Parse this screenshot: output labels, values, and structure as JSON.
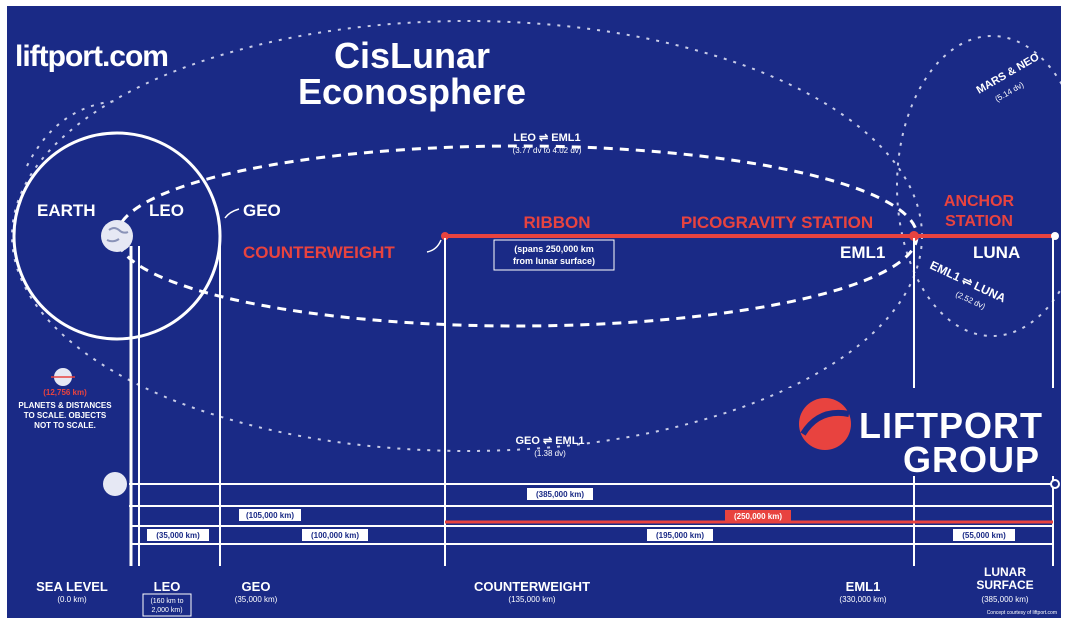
{
  "site": "liftport.com",
  "title_line1": "CisLunar",
  "title_line2": "Econosphere",
  "labels": {
    "earth": "EARTH",
    "leo": "LEO",
    "geo": "GEO",
    "counterweight": "COUNTERWEIGHT",
    "ribbon": "RIBBON",
    "ribbon_note1": "(spans 250,000 km",
    "ribbon_note2": "from lunar surface)",
    "picogravity": "PICOGRAVITY STATION",
    "eml1": "EML1",
    "anchor1": "ANCHOR",
    "anchor2": "STATION",
    "luna": "LUNA",
    "mars_neo1": "MARS & NEO",
    "mars_neo2": "(5.14 dv)",
    "leo_eml1": "LEO ⇌ EML1",
    "leo_eml1_dv": "(3.77 dv to 4.02 dv)",
    "geo_eml1": "GEO ⇌ EML1",
    "geo_eml1_dv": "(1.38 dv)",
    "eml1_luna": "EML1 ⇌ LUNA",
    "eml1_luna_dv": "(2.52 dv)",
    "earth_size": "(12,756 km)",
    "scale_note1": "PLANETS & DISTANCES",
    "scale_note2": "TO SCALE. OBJECTS",
    "scale_note3": "NOT TO SCALE."
  },
  "logo": {
    "line1": "LIFTPORT",
    "line2": "GROUP"
  },
  "distances": {
    "total": "(385,000 km)",
    "geo_to_cw": "(100,000 km)",
    "ribbon_span": "(250,000 km)",
    "to_geo": "(35,000 km)",
    "geo_cw": "(100,000 km)",
    "cw_eml1": "(195,000 km)",
    "eml1_luna": "(55,000 km)",
    "top_left": "(105,000 km)"
  },
  "bottom": {
    "sea_level": "SEA LEVEL",
    "sea_level_v": "(0.0 km)",
    "leo": "LEO",
    "leo_v1": "(160 km to",
    "leo_v2": "2,000 km)",
    "geo": "GEO",
    "geo_v": "(35,000 km)",
    "counterweight": "COUNTERWEIGHT",
    "counterweight_v": "(135,000 km)",
    "eml1": "EML1",
    "eml1_v": "(330,000 km)",
    "lunar1": "LUNAR",
    "lunar2": "SURFACE",
    "lunar_v": "(385,000 km)"
  },
  "credit": "Concept courtesy of liftport.com",
  "colors": {
    "background": "#1a2a86",
    "accent": "#e8433f",
    "line": "#ffffff"
  }
}
